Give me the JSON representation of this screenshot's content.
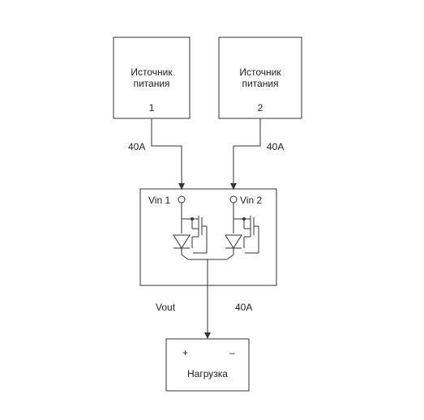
{
  "source1": {
    "line1": "Источник",
    "line2": "питания",
    "number": "1",
    "current": "40A"
  },
  "source2": {
    "line1": "Источник",
    "line2": "питания",
    "number": "2",
    "current": "40A"
  },
  "module": {
    "vin1": "Vin 1",
    "vin2": "Vin 2"
  },
  "output": {
    "vout": "Vout",
    "current": "40A"
  },
  "load": {
    "plus": "+",
    "minus": "–",
    "label": "Нагрузка"
  }
}
